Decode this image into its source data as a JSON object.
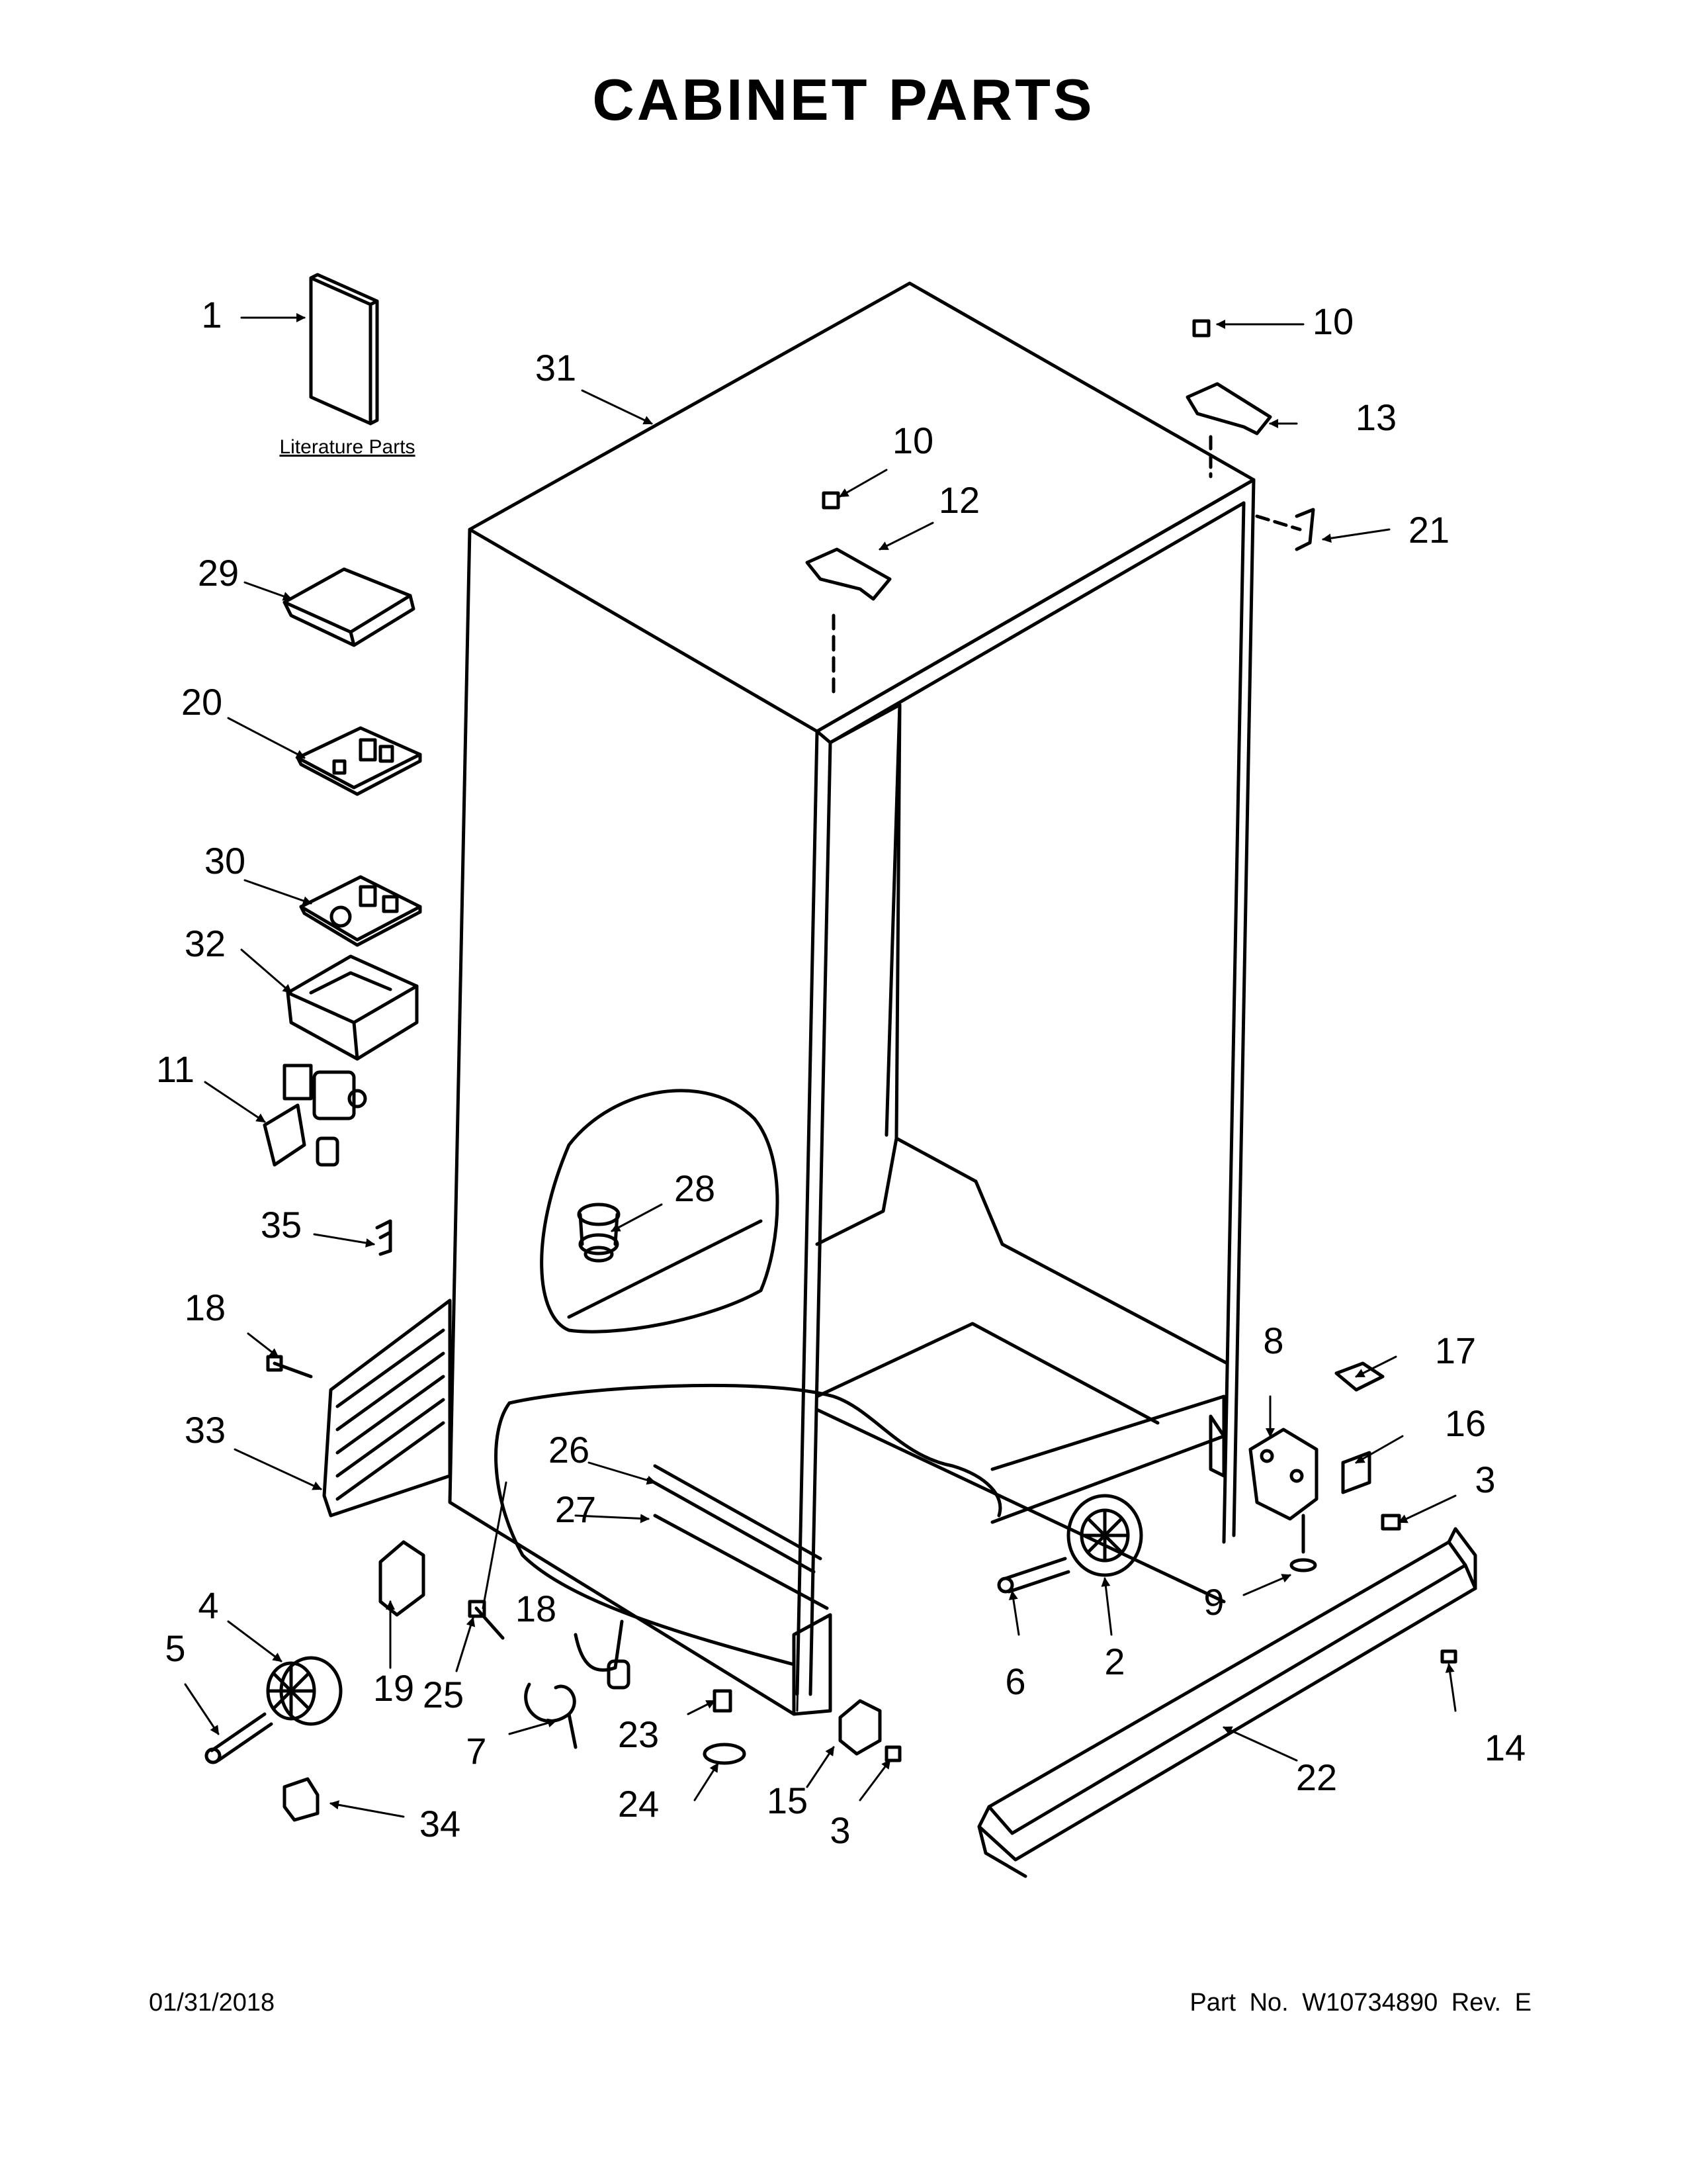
{
  "title": "CABINET PARTS",
  "literature_label": "Literature Parts",
  "callouts": [
    "1",
    "31",
    "10",
    "10",
    "12",
    "13",
    "21",
    "29",
    "20",
    "30",
    "32",
    "11",
    "35",
    "28",
    "18",
    "33",
    "26",
    "27",
    "8",
    "17",
    "16",
    "3",
    "4",
    "5",
    "19",
    "25",
    "18",
    "7",
    "23",
    "24",
    "15",
    "3",
    "6",
    "2",
    "9",
    "14",
    "22",
    "34"
  ],
  "footer": {
    "date": "01/31/2018",
    "part": "Part No.  W10734890  Rev.  E"
  }
}
